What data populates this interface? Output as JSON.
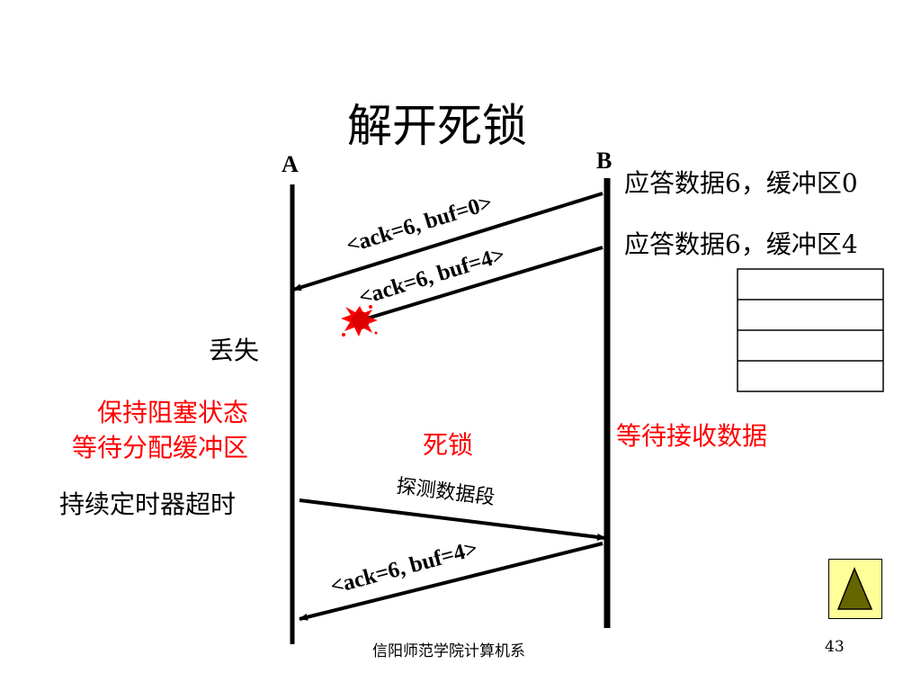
{
  "title": "解开死锁",
  "hosts": {
    "a": "A",
    "b": "B"
  },
  "b_notes": {
    "first": "应答数据6，缓冲区0",
    "second": "应答数据6，缓冲区4"
  },
  "messages": [
    "<ack=6, buf=0>",
    "<ack=6, buf=4>",
    "探测数据段",
    "<ack=6, buf=4>"
  ],
  "a_notes": {
    "lost": "丢失",
    "blocked_line1": "保持阻塞状态",
    "blocked_line2": "等待分配缓冲区",
    "timer": "持续定时器超时"
  },
  "deadlock": "死锁",
  "b_waiting": "等待接收数据",
  "buffer_slots": 4,
  "colors": {
    "highlight": "#ff0000",
    "arrow": "#000000",
    "nav_fill": "#ffff99",
    "nav_triangle": "#666600"
  },
  "nav_icon": "triangle-up-icon",
  "footer": {
    "org": "信阳师范学院计算机系",
    "page": "43"
  }
}
